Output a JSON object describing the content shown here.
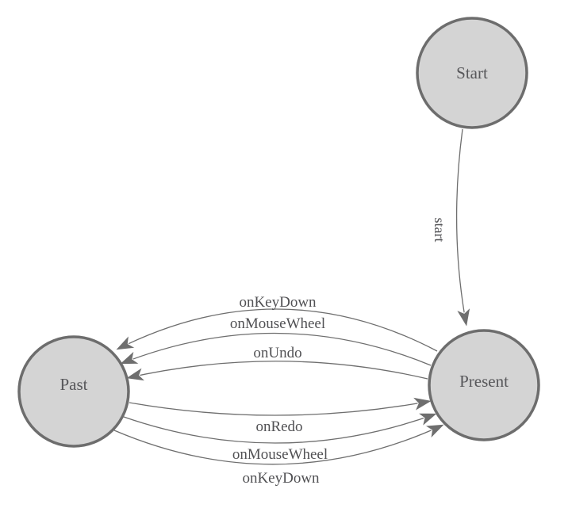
{
  "colors": {
    "background": "#ffffff",
    "node-fill": "#d4d4d4",
    "node-stroke": "#6d6d6d",
    "edge-stroke": "#6e6e6e",
    "arrow-fill": "#6e6e6e",
    "node-text": "#57575a",
    "edge-text": "#515154"
  },
  "diagram": {
    "type": "state-machine",
    "nodes": [
      {
        "id": "start",
        "label": "Start"
      },
      {
        "id": "present",
        "label": "Present"
      },
      {
        "id": "past",
        "label": "Past"
      }
    ],
    "edges": [
      {
        "id": "start-to-present",
        "label": "start",
        "from": "Start",
        "to": "Present"
      },
      {
        "id": "present-to-past-keydown",
        "label": "onKeyDown",
        "from": "Present",
        "to": "Past"
      },
      {
        "id": "present-to-past-mousewheel",
        "label": "onMouseWheel",
        "from": "Present",
        "to": "Past"
      },
      {
        "id": "present-to-past-undo",
        "label": "onUndo",
        "from": "Present",
        "to": "Past"
      },
      {
        "id": "past-to-present-redo",
        "label": "onRedo",
        "from": "Past",
        "to": "Present"
      },
      {
        "id": "past-to-present-mousewheel",
        "label": "onMouseWheel",
        "from": "Past",
        "to": "Present"
      },
      {
        "id": "past-to-present-keydown",
        "label": "onKeyDown",
        "from": "Past",
        "to": "Present"
      }
    ]
  }
}
